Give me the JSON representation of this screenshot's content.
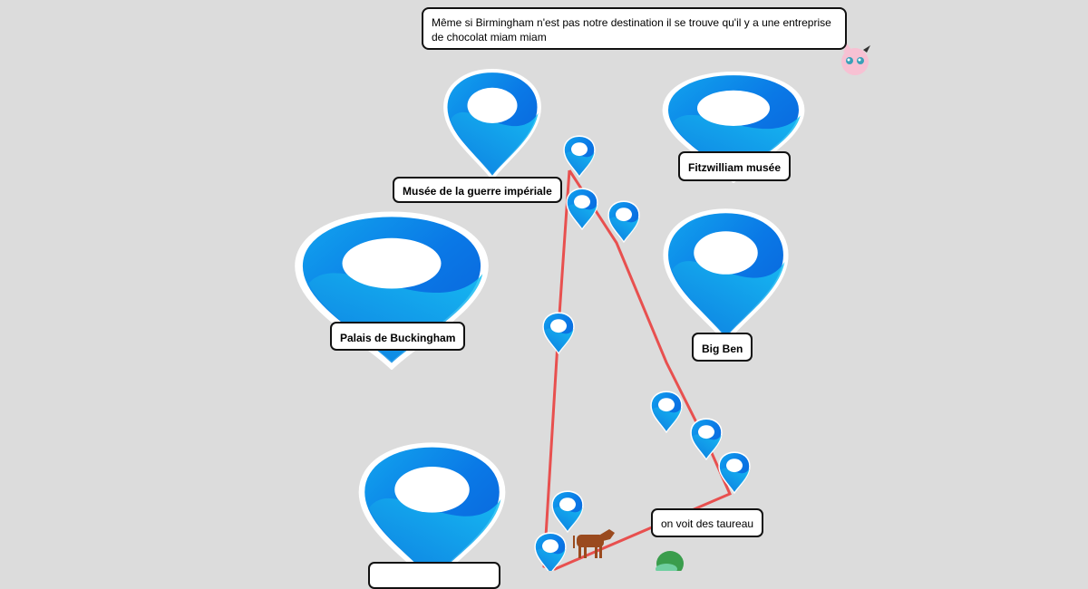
{
  "colors": {
    "route": "#e8504f",
    "pin_light": "#14b4f0",
    "pin_dark": "#0a5fd8",
    "background": "#dcdcdc"
  },
  "note": {
    "text": "Même si Birmingham n'est pas notre destination il se trouve qu'il y a une entreprise de chocolat miam miam"
  },
  "landmarks": [
    {
      "label": "Musée de la guerre impériale"
    },
    {
      "label": "Fitzwilliam musée"
    },
    {
      "label": "Palais de Buckingham"
    },
    {
      "label": "Big Ben"
    },
    {
      "label": ""
    }
  ],
  "callout": {
    "text": "on voit des taureau"
  },
  "icons": [
    "map-pin-icon",
    "cow-icon",
    "jigglypuff-icon",
    "bulbasaur-icon"
  ]
}
